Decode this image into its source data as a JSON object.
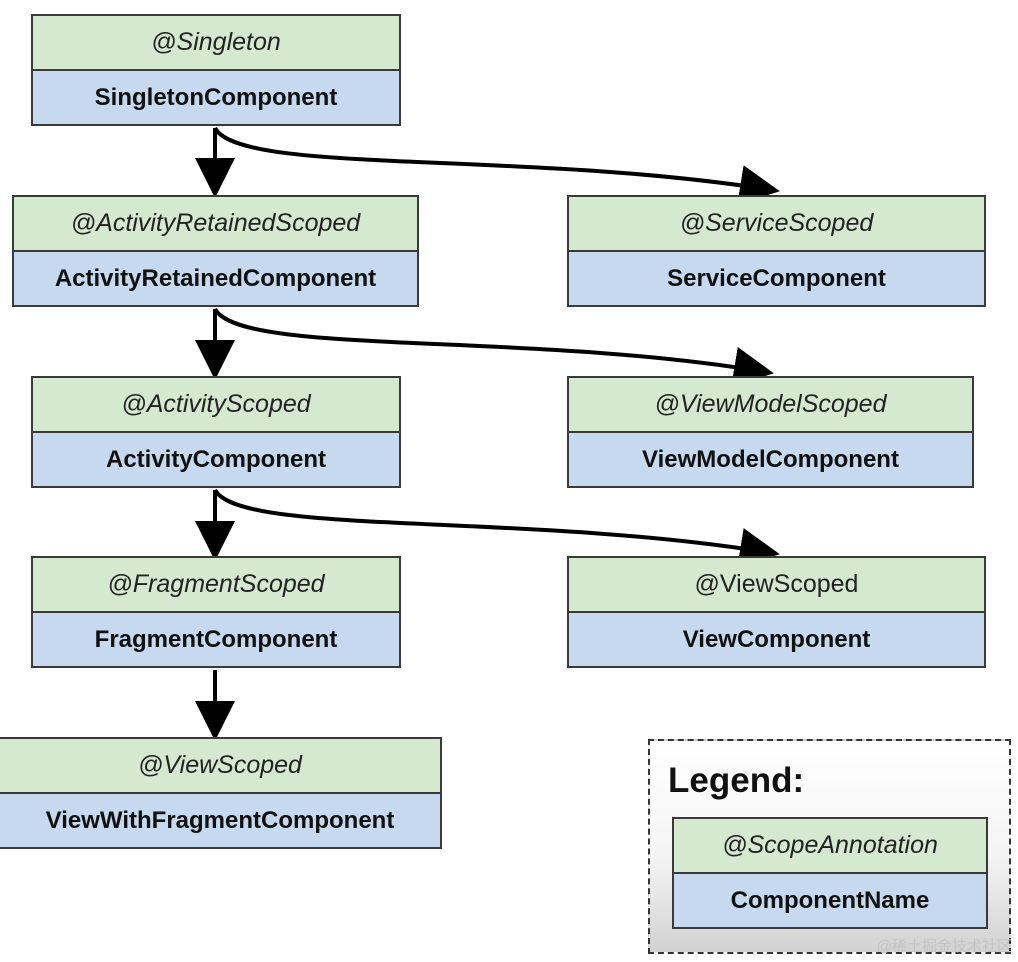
{
  "nodes": {
    "singleton": {
      "scope": "@Singleton",
      "component": "SingletonComponent"
    },
    "activity_retained": {
      "scope": "@ActivityRetainedScoped",
      "component": "ActivityRetainedComponent"
    },
    "service": {
      "scope": "@ServiceScoped",
      "component": "ServiceComponent"
    },
    "activity": {
      "scope": "@ActivityScoped",
      "component": "ActivityComponent"
    },
    "view_model": {
      "scope": "@ViewModelScoped",
      "component": "ViewModelComponent"
    },
    "fragment": {
      "scope": "@FragmentScoped",
      "component": "FragmentComponent"
    },
    "view": {
      "scope": "@ViewScoped",
      "component": "ViewComponent"
    },
    "view_with_fragment": {
      "scope": "@ViewScoped",
      "component": "ViewWithFragmentComponent"
    }
  },
  "edges": [
    {
      "from": "singleton",
      "to": "activity_retained"
    },
    {
      "from": "singleton",
      "to": "service"
    },
    {
      "from": "activity_retained",
      "to": "activity"
    },
    {
      "from": "activity_retained",
      "to": "view_model"
    },
    {
      "from": "activity",
      "to": "fragment"
    },
    {
      "from": "activity",
      "to": "view"
    },
    {
      "from": "fragment",
      "to": "view_with_fragment"
    }
  ],
  "legend": {
    "title": "Legend:",
    "scope": "@ScopeAnnotation",
    "component": "ComponentName"
  },
  "colors": {
    "scope_fill": "#d5e8d0",
    "component_fill": "#c6d9ee",
    "border": "#3a3a3a",
    "arrow": "#000000"
  },
  "watermark": "@稀土掘金技术社区"
}
